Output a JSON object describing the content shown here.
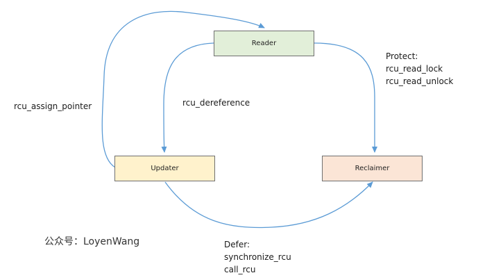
{
  "nodes": {
    "reader": {
      "label": "Reader",
      "fill": "#e2efd9"
    },
    "updater": {
      "label": "Updater",
      "fill": "#fff2cc"
    },
    "reclaimer": {
      "label": "Reclaimer",
      "fill": "#fbe5d6"
    }
  },
  "edges": {
    "assign": {
      "lines": [
        "rcu_assign_pointer"
      ]
    },
    "dereference": {
      "lines": [
        "rcu_dereference"
      ]
    },
    "protect": {
      "lines": [
        "Protect:",
        "rcu_read_lock",
        "rcu_read_unlock"
      ]
    },
    "defer": {
      "lines": [
        "Defer:",
        "synchronize_rcu",
        "call_rcu"
      ]
    }
  },
  "watermark": "公众号：LoyenWang",
  "colors": {
    "arrow": "#5b9bd5",
    "border": "#6f6f6f"
  }
}
